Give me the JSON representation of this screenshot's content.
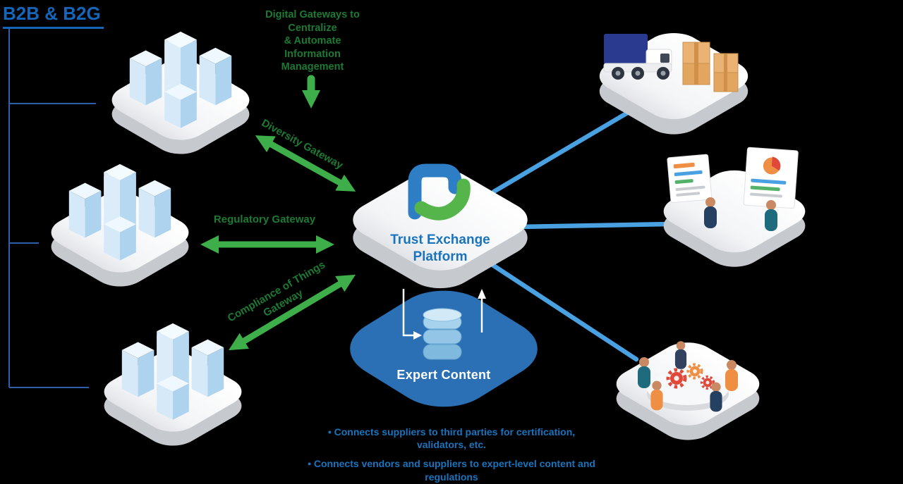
{
  "title": "B2B & B2G",
  "top_note": {
    "lines": [
      "Digital Gateways to",
      "Centralize",
      "& Automate",
      "Information",
      "Management"
    ]
  },
  "gateways": {
    "diversity": "Diversity Gateway",
    "regulatory": "Regulatory Gateway",
    "compliance_line1": "Compliance of Things",
    "compliance_line2": "Gateway"
  },
  "platform": {
    "name_line1": "Trust Exchange",
    "name_line2": "Platform"
  },
  "expert_content_label": "Expert Content",
  "bullets": [
    "• Connects suppliers to third parties for certification, validators, etc.",
    "• Connects vendors and suppliers to expert-level content and regulations"
  ],
  "icons": {
    "platform_logo": "trust-exchange-logo",
    "database": "expert-content-database-cylinder",
    "left_tiles": "b2b-b2g-organization-buildings",
    "right_tiles": [
      "logistics-truck-and-boxes",
      "analysts-with-charts",
      "team-meeting-with-gears"
    ]
  },
  "colors": {
    "title_blue": "#1565b8",
    "text_green": "#1d7a33",
    "arrow_green": "#3dae49",
    "connector_blue": "#4aa1e2",
    "blob_blue": "#2b6fb4",
    "bullet_blue": "#1a74bd",
    "tile_white": "#ffffff"
  }
}
